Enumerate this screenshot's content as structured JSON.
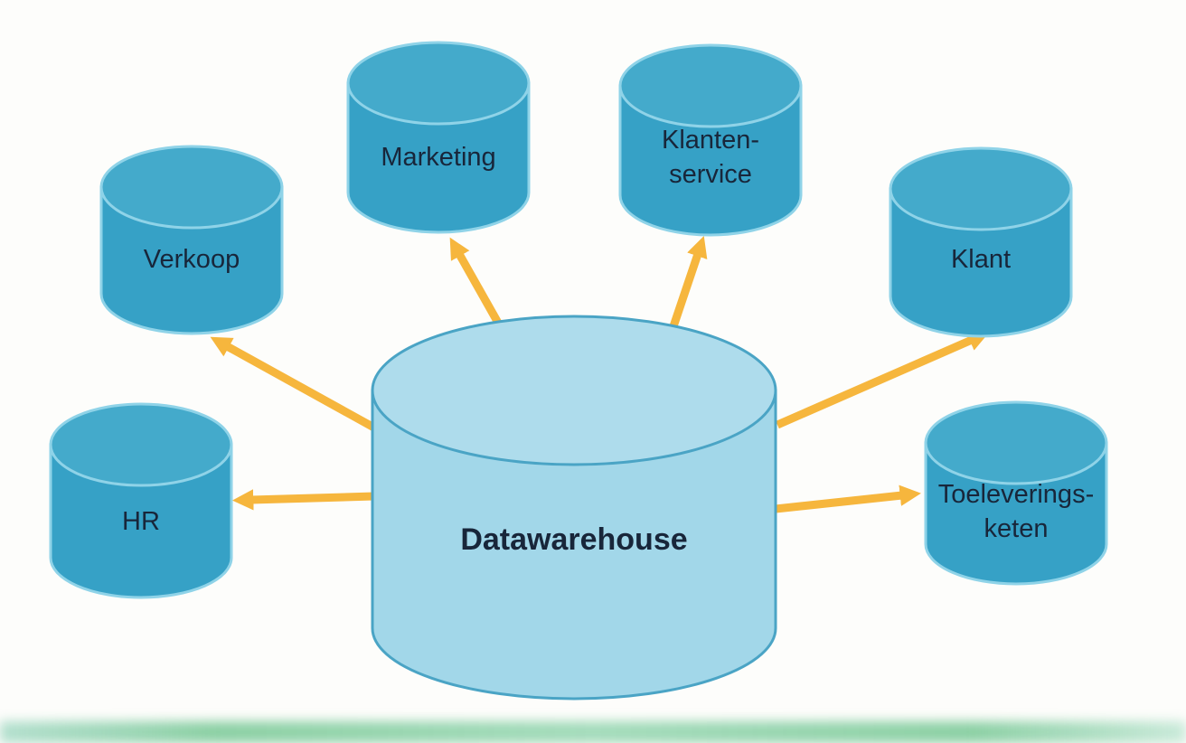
{
  "diagram_title": "Datawarehouse",
  "colors": {
    "background": "#fdfdfb",
    "satellite_fill": "#36a1c6",
    "satellite_stroke": "#8fd3e8",
    "center_fill": "#a2d7e9",
    "center_stroke": "#4aa4c5",
    "arrow": "#f6b63d",
    "text": "#18263a"
  },
  "center": {
    "label": "Datawarehouse"
  },
  "nodes": {
    "verkoop": {
      "label": "Verkoop"
    },
    "marketing": {
      "label": "Marketing"
    },
    "klantenservice": {
      "line1": "Klanten-",
      "line2": "service"
    },
    "klant": {
      "label": "Klant"
    },
    "hr": {
      "label": "HR"
    },
    "toeleveringsketen": {
      "line1": "Toeleverings-",
      "line2": "keten"
    }
  },
  "arrows": [
    {
      "from": "Datawarehouse",
      "to": "Verkoop"
    },
    {
      "from": "Datawarehouse",
      "to": "Marketing"
    },
    {
      "from": "Datawarehouse",
      "to": "Klantenservice"
    },
    {
      "from": "Datawarehouse",
      "to": "Klant"
    },
    {
      "from": "Datawarehouse",
      "to": "HR"
    },
    {
      "from": "Datawarehouse",
      "to": "Toeleveringsketen"
    }
  ]
}
